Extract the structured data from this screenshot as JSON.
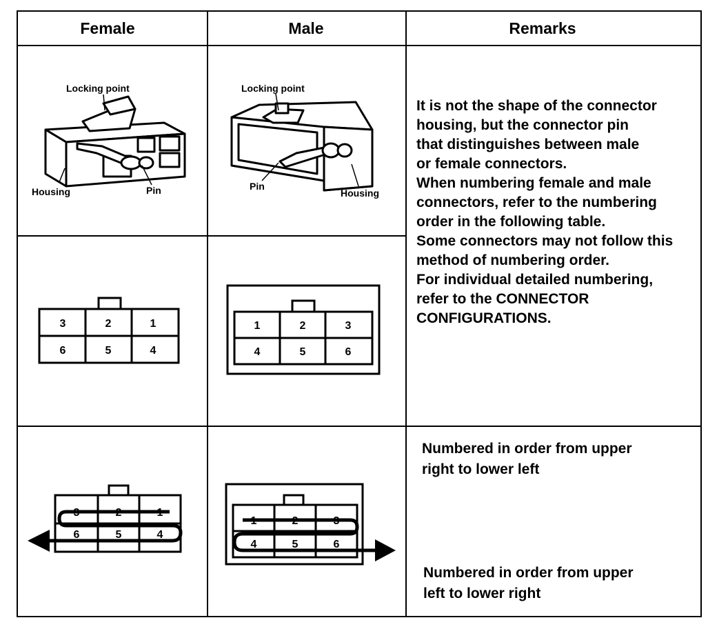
{
  "headers": {
    "female": "Female",
    "male": "Male",
    "remarks": "Remarks"
  },
  "female_illustration": {
    "locking_point": "Locking point",
    "housing": "Housing",
    "pin": "Pin"
  },
  "male_illustration": {
    "locking_point": "Locking point",
    "pin": "Pin",
    "housing": "Housing"
  },
  "remarks_text": [
    "It is not the shape of the connector",
    "housing, but the connector pin",
    "that distinguishes between male",
    "or female connectors.",
    "When numbering female and male",
    "connectors, refer to the numbering",
    "order in the following table.",
    "Some connectors may not follow this",
    "method of numbering order.",
    "For individual detailed numbering,",
    "refer to the CONNECTOR",
    "CONFIGURATIONS."
  ],
  "female_pins": {
    "top": [
      "3",
      "2",
      "1"
    ],
    "bottom": [
      "6",
      "5",
      "4"
    ]
  },
  "male_pins": {
    "top": [
      "1",
      "2",
      "3"
    ],
    "bottom": [
      "4",
      "5",
      "6"
    ]
  },
  "female_order_note": [
    "Numbered in order from upper",
    "right to lower left"
  ],
  "male_order_note": [
    "Numbered in order from upper",
    "left to lower right"
  ]
}
